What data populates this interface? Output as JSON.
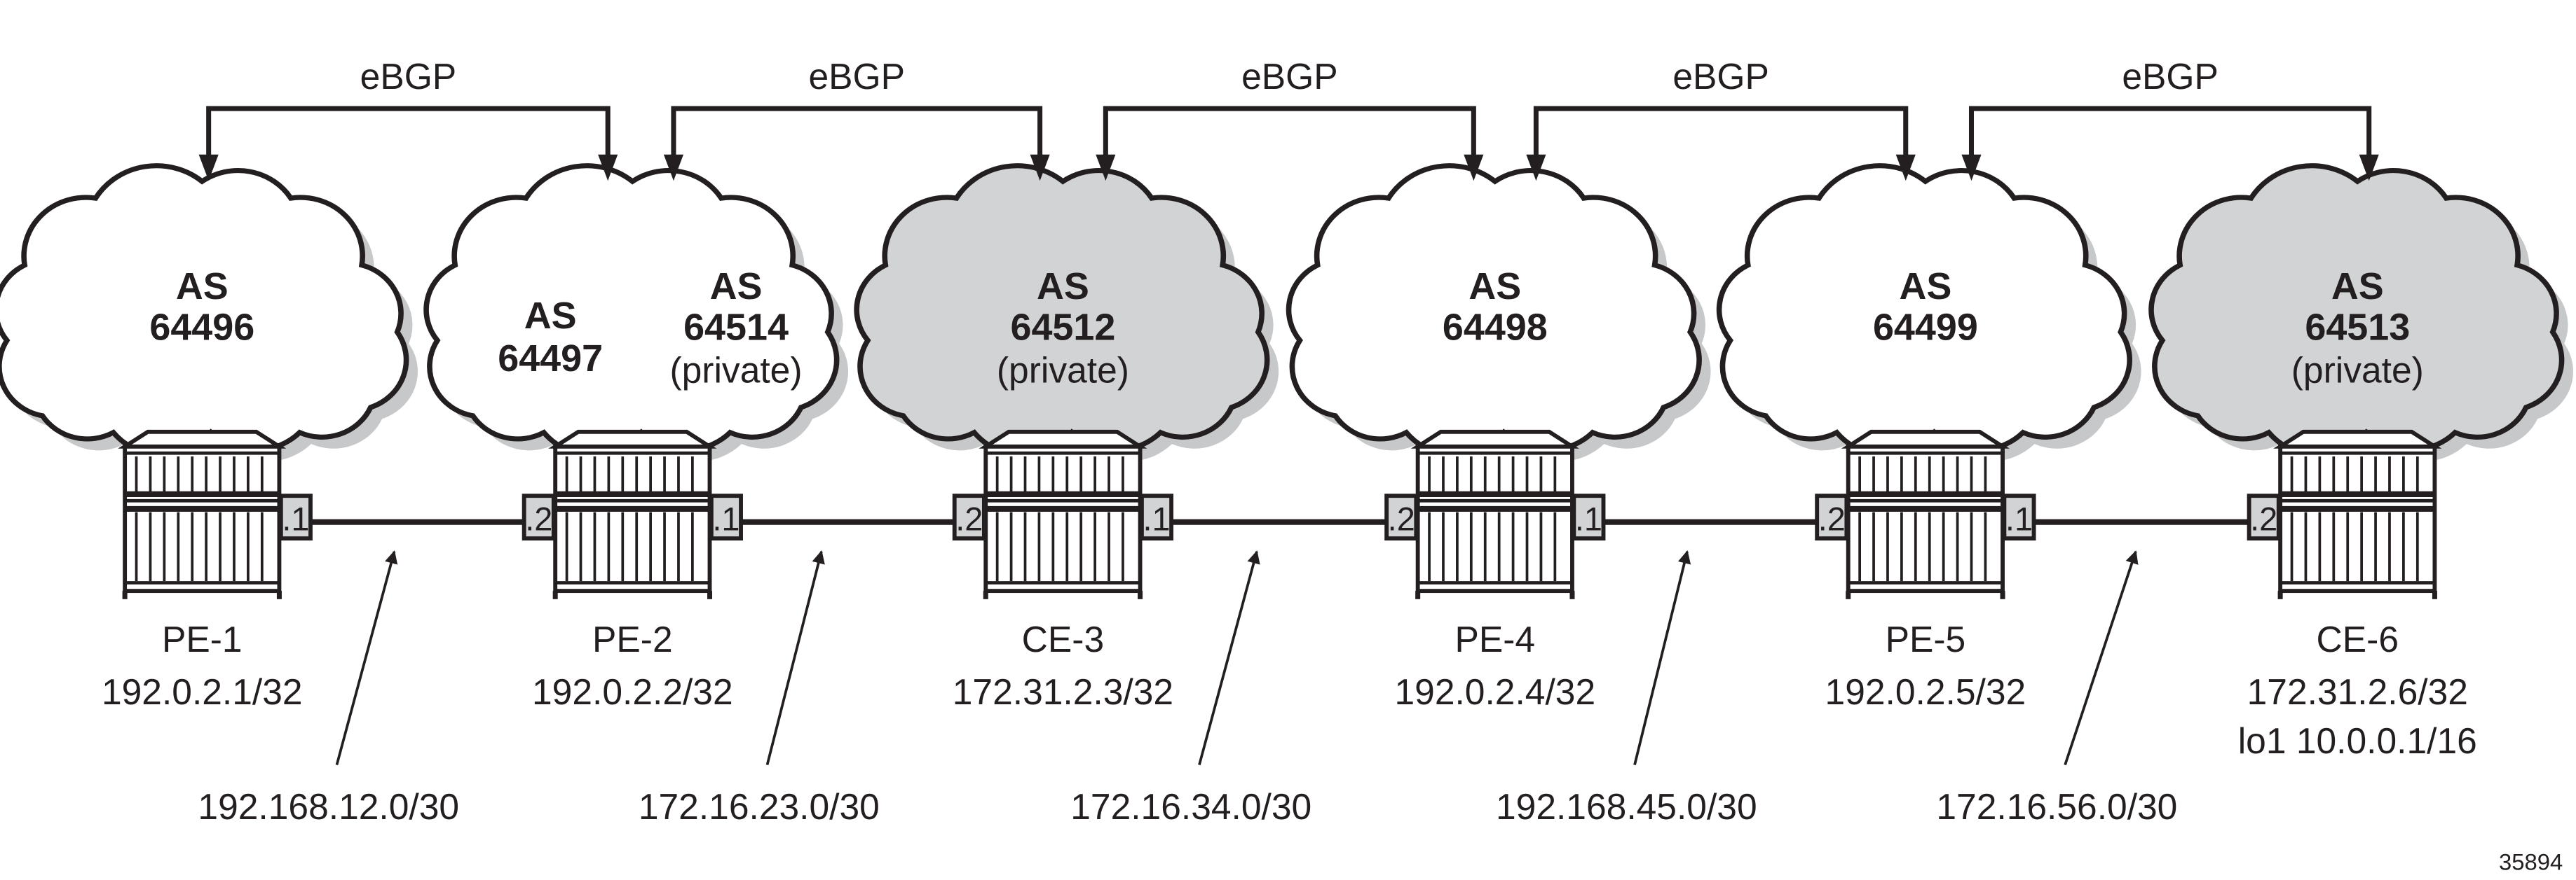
{
  "colors": {
    "ink": "#231f20",
    "private_fill": "#d1d3d4",
    "shadow": "#c7c8ca",
    "white": "#ffffff"
  },
  "nodes": [
    {
      "name": "PE-1",
      "ip": "192.0.2.1/32",
      "as_label": "AS",
      "as_number": "64496",
      "private": false
    },
    {
      "name": "PE-2",
      "ip": "192.0.2.2/32",
      "as_label": "AS",
      "as_number": "64497",
      "second_as_label": "AS",
      "second_as_number": "64514",
      "second_as_note": "(private)",
      "split": true
    },
    {
      "name": "CE-3",
      "ip": "172.31.2.3/32",
      "as_label": "AS",
      "as_number": "64512",
      "as_note": "(private)",
      "private": true
    },
    {
      "name": "PE-4",
      "ip": "192.0.2.4/32",
      "as_label": "AS",
      "as_number": "64498",
      "private": false
    },
    {
      "name": "PE-5",
      "ip": "192.0.2.5/32",
      "as_label": "AS",
      "as_number": "64499",
      "private": false
    },
    {
      "name": "CE-6",
      "ip": "172.31.2.6/32",
      "extra": "lo1 10.0.0.1/16",
      "as_label": "AS",
      "as_number": "64513",
      "as_note": "(private)",
      "private": true
    }
  ],
  "links": [
    {
      "left_addr": ".1",
      "right_addr": ".2",
      "subnet": "192.168.12.0/30",
      "session": "eBGP"
    },
    {
      "left_addr": ".1",
      "right_addr": ".2",
      "subnet": "172.16.23.0/30",
      "session": "eBGP"
    },
    {
      "left_addr": ".1",
      "right_addr": ".2",
      "subnet": "172.16.34.0/30",
      "session": "eBGP"
    },
    {
      "left_addr": ".1",
      "right_addr": ".2",
      "subnet": "192.168.45.0/30",
      "session": "eBGP"
    },
    {
      "left_addr": ".1",
      "right_addr": ".2",
      "subnet": "172.16.56.0/30",
      "session": "eBGP"
    }
  ],
  "figure_id": "35894"
}
